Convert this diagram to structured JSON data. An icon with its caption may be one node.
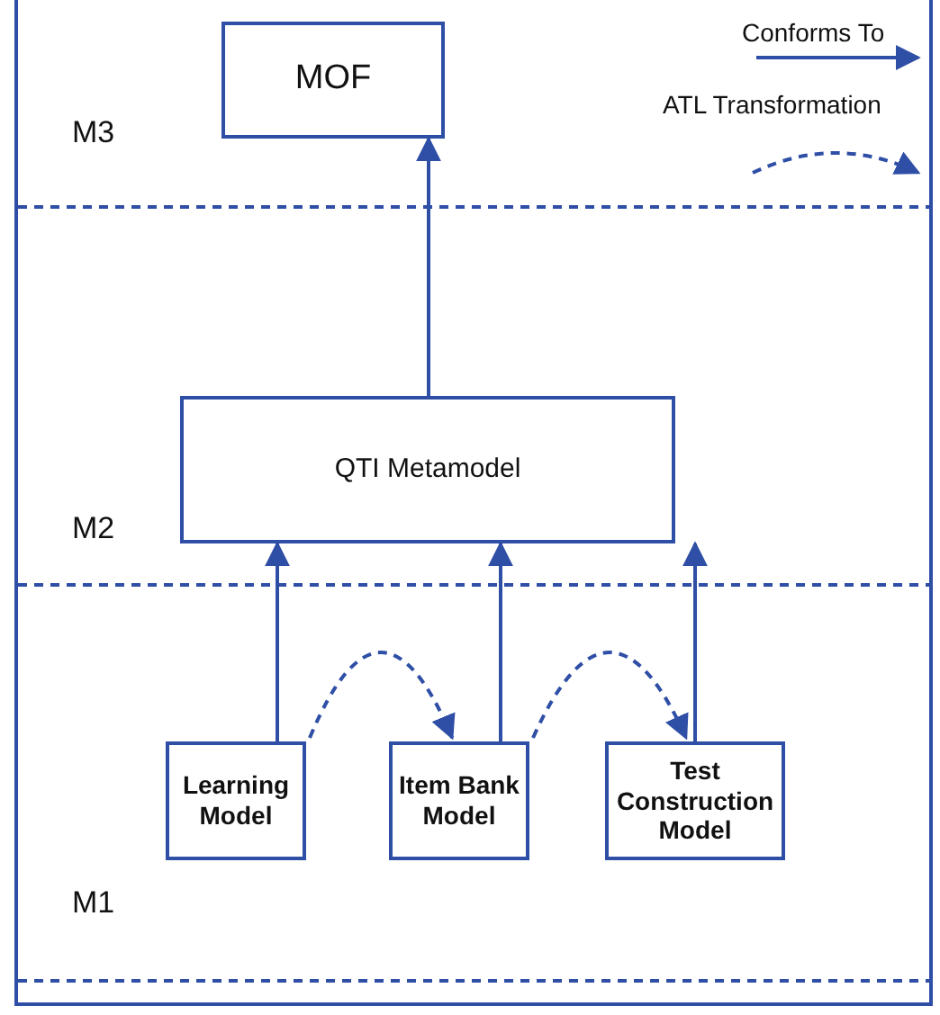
{
  "diagram": {
    "nodes": [
      {
        "text": [
          "MOF"
        ]
      },
      {
        "text": [
          "QTI Metamodel"
        ]
      },
      {
        "text": [
          "Learning Model"
        ]
      },
      {
        "text": [
          "Item Bank Model"
        ]
      },
      {
        "text": [
          "Test Construction Model"
        ]
      }
    ],
    "edges": [
      {
        "from": 1,
        "to": 0,
        "arrow": "to"
      },
      {
        "from": 2,
        "to": 1,
        "arrow": "to"
      },
      {
        "from": 3,
        "to": 1,
        "arrow": "to"
      },
      {
        "from": 4,
        "to": 1,
        "arrow": "to"
      },
      {
        "from": 2,
        "to": 3,
        "arrow": "to",
        "style": "dashed"
      },
      {
        "from": 3,
        "to": 4,
        "arrow": "to",
        "style": "dashed"
      }
    ],
    "labels": [
      "M3",
      "M2",
      "M1"
    ],
    "legend": [
      {
        "text": "Conforms To"
      },
      {
        "text": "ATL Transformation"
      }
    ]
  }
}
